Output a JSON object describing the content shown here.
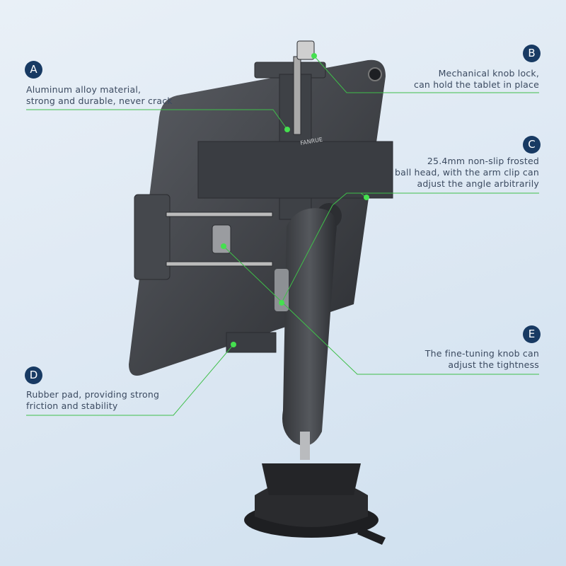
{
  "brand_logo": "FANRUE",
  "accent_color": "#3fbf4a",
  "badge_color": "#183a63",
  "callouts": [
    {
      "letter": "A",
      "lines": [
        "Aluminum alloy material,",
        "strong and durable, never crack"
      ]
    },
    {
      "letter": "B",
      "lines": [
        "Mechanical knob lock,",
        "can hold the tablet in place"
      ]
    },
    {
      "letter": "C",
      "lines": [
        "25.4mm non-slip frosted",
        "ball head, with the arm clip can",
        "adjust the angle arbitrarily"
      ]
    },
    {
      "letter": "D",
      "lines": [
        "Rubber pad, providing strong",
        "friction and stability"
      ]
    },
    {
      "letter": "E",
      "lines": [
        "The fine-tuning knob can",
        "adjust the tightness"
      ]
    }
  ]
}
